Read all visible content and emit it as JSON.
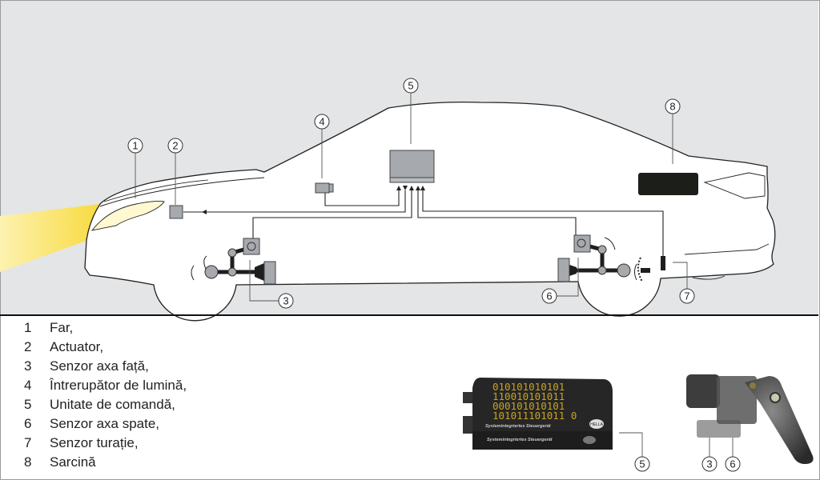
{
  "diagram": {
    "callouts": [
      "1",
      "2",
      "3",
      "4",
      "5",
      "6",
      "7",
      "8"
    ],
    "colors": {
      "background": "#e4e5e6",
      "car_body": "#ffffff",
      "beam": "#f7d83a",
      "component": "#a6a9ad",
      "linkage": "#1e1e1e"
    }
  },
  "legend": [
    {
      "num": "1",
      "label": "Far,"
    },
    {
      "num": "2",
      "label": "Actuator,"
    },
    {
      "num": "3",
      "label": "Senzor axa față,"
    },
    {
      "num": "4",
      "label": "Întrerupător de lumină,"
    },
    {
      "num": "5",
      "label": "Unitate de comandă,"
    },
    {
      "num": "6",
      "label": "Senzor axa spate,"
    },
    {
      "num": "7",
      "label": "Senzor turație,"
    },
    {
      "num": "8",
      "label": "Sarcină"
    }
  ],
  "products": {
    "ecu_bits": [
      "010101010101",
      "110010101011",
      "000101010101",
      "101011101011 0"
    ],
    "ecu_caption": "Systemintegriertes Steuergerät",
    "ecu_brand": "HELLA",
    "ecu_callout": "5",
    "sensor_callouts": [
      "3",
      "6"
    ]
  }
}
